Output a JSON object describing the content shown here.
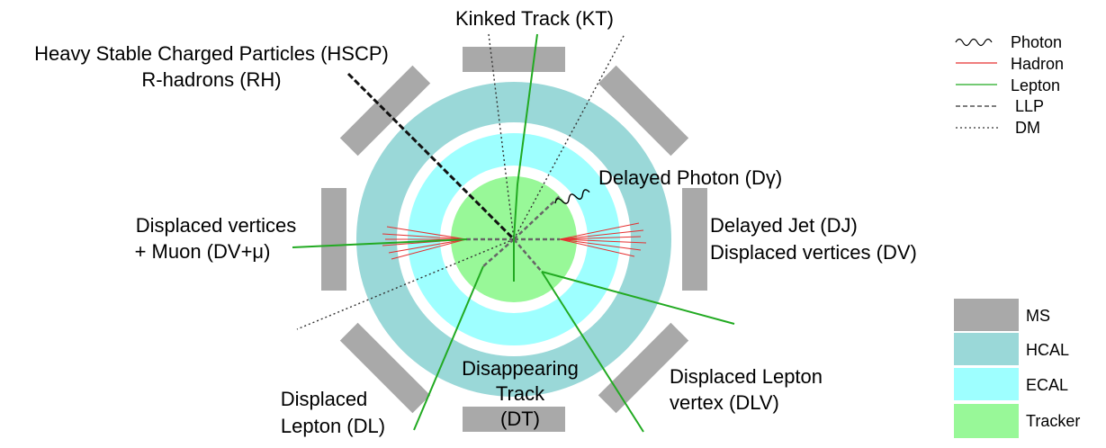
{
  "labels": {
    "kinked_track": "Kinked Track (KT)",
    "hscp_line1": "Heavy Stable Charged Particles (HSCP)",
    "hscp_line2": "R-hadrons (RH)",
    "delayed_photon": "Delayed Photon (Dγ)",
    "delayed_jet": "Delayed Jet (DJ)",
    "displaced_vertices": "Displaced vertices (DV)",
    "dv_mu_line1": "Displaced vertices",
    "dv_mu_line2": "+ Muon (DV+μ)",
    "disappearing_line1": "Disappearing",
    "disappearing_line2": "Track",
    "disappearing_line3": "(DT)",
    "displaced_lepton_line1": "Displaced",
    "displaced_lepton_line2": "Lepton (DL)",
    "dlv_line1": "Displaced Lepton",
    "dlv_line2": "vertex (DLV)"
  },
  "legend_lines": [
    {
      "label": "Photon",
      "style": "wavy",
      "color": "#000000"
    },
    {
      "label": "Hadron",
      "style": "solid",
      "color": "#e53030"
    },
    {
      "label": "Lepton",
      "style": "solid",
      "color": "#22aa22"
    },
    {
      "label": "LLP",
      "style": "dashed",
      "color": "#555555"
    },
    {
      "label": "DM",
      "style": "dotted",
      "color": "#555555"
    }
  ],
  "legend_boxes": [
    {
      "label": "MS",
      "color": "#a9a9a9"
    },
    {
      "label": "HCAL",
      "color": "#9ad8d8"
    },
    {
      "label": "ECAL",
      "color": "#9effff"
    },
    {
      "label": "Tracker",
      "color": "#98f898"
    }
  ],
  "colors": {
    "ms": "#a9a9a9",
    "hcal": "#9ad8d8",
    "ecal": "#9effff",
    "tracker": "#98f898",
    "hadron": "#e53030",
    "lepton": "#22aa22",
    "llp": "#555555",
    "hscp": "#111111"
  }
}
